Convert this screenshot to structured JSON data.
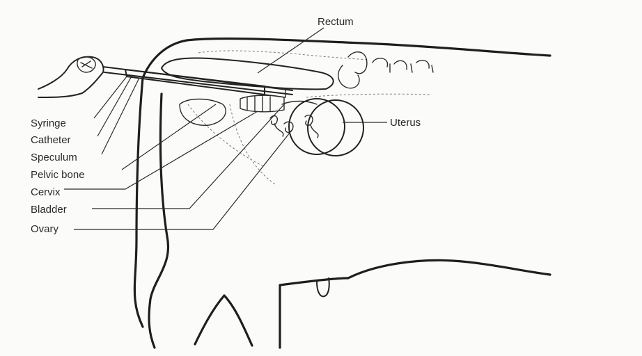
{
  "diagram": {
    "labels": {
      "rectum": "Rectum",
      "uterus": "Uterus",
      "syringe": "Syringe",
      "catheter": "Catheter",
      "speculum": "Speculum",
      "pelvic_bone": "Pelvic bone",
      "cervix": "Cervix",
      "bladder": "Bladder",
      "ovary": "Ovary"
    }
  }
}
